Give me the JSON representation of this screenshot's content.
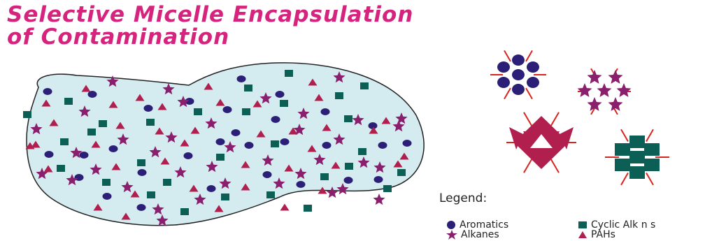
{
  "title": {
    "line1": "Selective Micelle Encapsulation",
    "line2": "of Contamination"
  },
  "colors": {
    "title": "#d6247e",
    "aromatic": "#2b1f78",
    "alkane": "#8a1f6e",
    "cyclic_alkane": "#0b5f55",
    "pah": "#b01f4e",
    "micelle_tail": "#d8261f",
    "blob_fill": "#d4ecf0",
    "blob_stroke": "#222222"
  },
  "legend": {
    "title": "Legend:",
    "items": [
      {
        "label": "Aromatics",
        "icon": "circle-icon"
      },
      {
        "label": "Cyclic Alk  n  s",
        "icon": "square-icon"
      },
      {
        "label": "Alkanes",
        "icon": "star-icon"
      },
      {
        "label": "PAHs",
        "icon": "triangle-icon"
      }
    ]
  }
}
